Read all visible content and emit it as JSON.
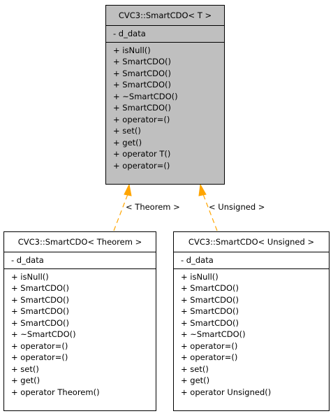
{
  "main_class": {
    "title": "CVC3::SmartCDO< T >",
    "attributes": [
      "- d_data"
    ],
    "methods": [
      "+ isNull()",
      "+ SmartCDO()",
      "+ SmartCDO()",
      "+ SmartCDO()",
      "+ ~SmartCDO()",
      "+ SmartCDO()",
      "+ operator=()",
      "+ set()",
      "+ get()",
      "+ operator T()",
      "+ operator=()"
    ]
  },
  "theorem_class": {
    "title": "CVC3::SmartCDO< Theorem >",
    "attributes": [
      "- d_data"
    ],
    "methods": [
      "+ isNull()",
      "+ SmartCDO()",
      "+ SmartCDO()",
      "+ SmartCDO()",
      "+ SmartCDO()",
      "+ ~SmartCDO()",
      "+ operator=()",
      "+ operator=()",
      "+ set()",
      "+ get()",
      "+ operator Theorem()"
    ]
  },
  "unsigned_class": {
    "title": "CVC3::SmartCDO< Unsigned >",
    "attributes": [
      "- d_data"
    ],
    "methods": [
      "+ isNull()",
      "+ SmartCDO()",
      "+ SmartCDO()",
      "+ SmartCDO()",
      "+ SmartCDO()",
      "+ ~SmartCDO()",
      "+ operator=()",
      "+ operator=()",
      "+ set()",
      "+ get()",
      "+ operator Unsigned()"
    ]
  },
  "edges": {
    "theorem_label": "< Theorem >",
    "unsigned_label": "< Unsigned >",
    "color": "#ffa500"
  }
}
